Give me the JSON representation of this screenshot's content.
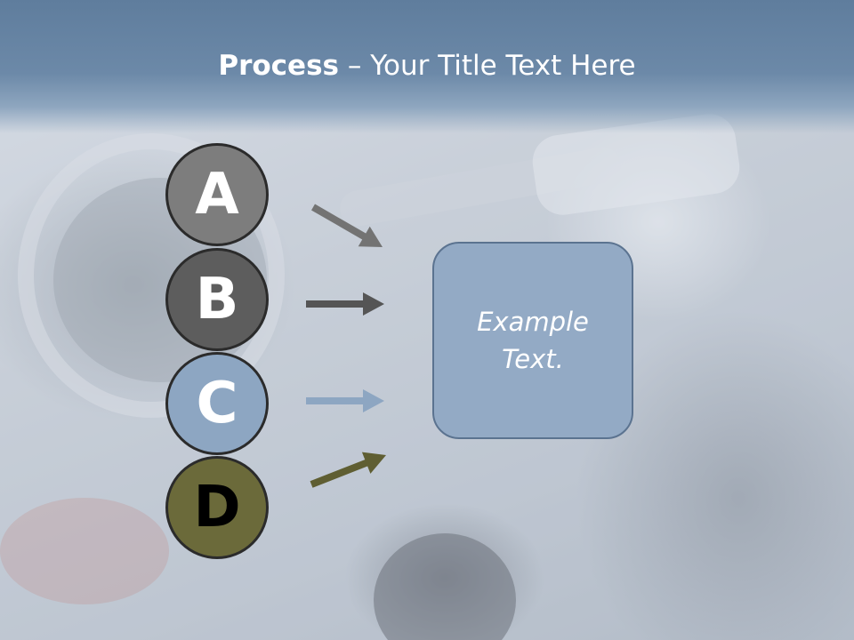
{
  "slide": {
    "title_bold": "Process",
    "title_rest": " – Your Title Text Here"
  },
  "steps": [
    {
      "letter": "A",
      "fill": "#7d7d7d",
      "text_color": "#ffffff",
      "arrow_color": "#737373"
    },
    {
      "letter": "B",
      "fill": "#5d5d5d",
      "text_color": "#ffffff",
      "arrow_color": "#555555"
    },
    {
      "letter": "C",
      "fill": "#8da6c2",
      "text_color": "#ffffff",
      "arrow_color": "#8da6c2"
    },
    {
      "letter": "D",
      "fill": "#6b6a3a",
      "text_color": "#000000",
      "arrow_color": "#5f5e32"
    }
  ],
  "box": {
    "line1": "Example",
    "line2": "Text.",
    "fill": "#93aac5",
    "border": "#5b7390"
  },
  "colors": {
    "title_band": "#6c89a8",
    "title_text": "#ffffff"
  }
}
